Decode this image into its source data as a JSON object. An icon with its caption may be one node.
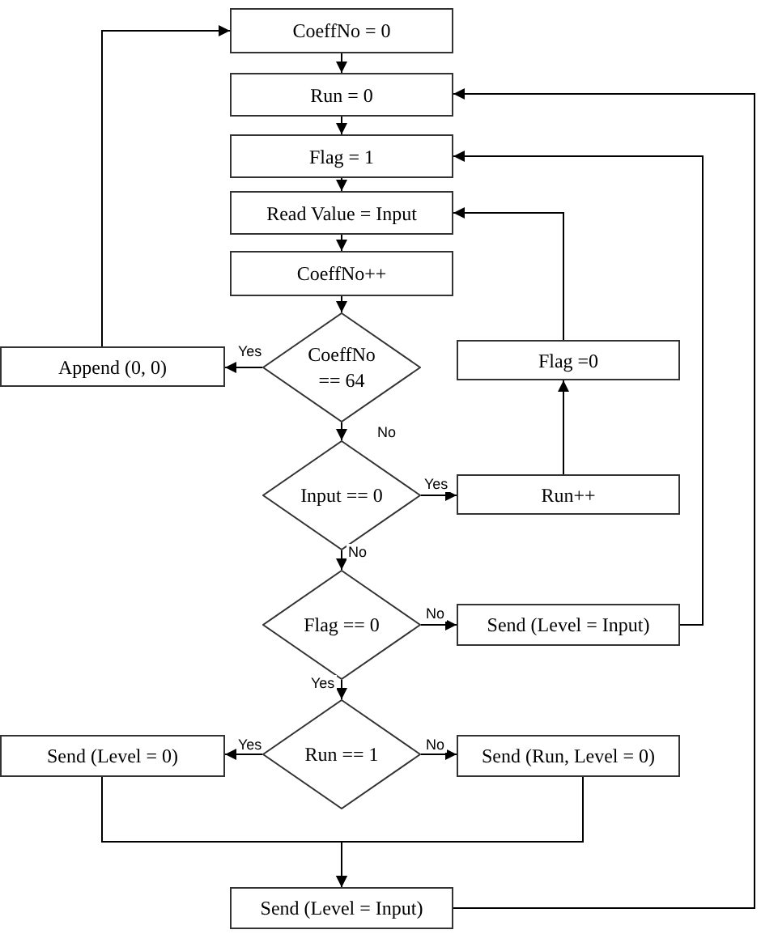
{
  "diagram": {
    "nodes": [
      {
        "text": [
          "CoeffNo = 0"
        ]
      },
      {
        "text": [
          "Run = 0"
        ]
      },
      {
        "text": [
          "Flag = 1"
        ]
      },
      {
        "text": [
          "Read Value = Input"
        ]
      },
      {
        "text": [
          "CoeffNo++"
        ]
      },
      {
        "text": [
          "CoeffNo == 64"
        ]
      },
      {
        "text": [
          "Append (0, 0)"
        ]
      },
      {
        "text": [
          "Flag =0"
        ]
      },
      {
        "text": [
          "Input == 0"
        ]
      },
      {
        "text": [
          "Run++"
        ]
      },
      {
        "text": [
          "Flag == 0"
        ]
      },
      {
        "text": [
          "Send (Level = Input)"
        ]
      },
      {
        "text": [
          "Run == 1"
        ]
      },
      {
        "text": [
          "Send (Level = 0)"
        ]
      },
      {
        "text": [
          "Send (Run, Level = 0)"
        ]
      },
      {
        "text": [
          "Send (Level = Input)"
        ]
      }
    ],
    "edges": [
      {
        "from": 0,
        "to": 1,
        "arrow": "to"
      },
      {
        "from": 1,
        "to": 2,
        "arrow": "to"
      },
      {
        "from": 2,
        "to": 3,
        "arrow": "to"
      },
      {
        "from": 3,
        "to": 4,
        "arrow": "to"
      },
      {
        "from": 4,
        "to": 5,
        "arrow": "to"
      },
      {
        "from": 5,
        "to": 6,
        "arrow": "to",
        "label": "Yes"
      },
      {
        "from": 6,
        "to": 0,
        "arrow": "to"
      },
      {
        "from": 5,
        "to": 8,
        "arrow": "to",
        "label": "No"
      },
      {
        "from": 8,
        "to": 9,
        "arrow": "to",
        "label": "Yes"
      },
      {
        "from": 9,
        "to": 7,
        "arrow": "to"
      },
      {
        "from": 7,
        "to": 3,
        "arrow": "to"
      },
      {
        "from": 8,
        "to": 10,
        "arrow": "to",
        "label": "No"
      },
      {
        "from": 10,
        "to": 11,
        "arrow": "to",
        "label": "No"
      },
      {
        "from": 11,
        "to": 2,
        "arrow": "to"
      },
      {
        "from": 10,
        "to": 12,
        "arrow": "to",
        "label": "Yes"
      },
      {
        "from": 12,
        "to": 13,
        "arrow": "to",
        "label": "Yes"
      },
      {
        "from": 12,
        "to": 14,
        "arrow": "to",
        "label": "No"
      },
      {
        "from": 13,
        "to": 15,
        "arrow": "to"
      },
      {
        "from": 14,
        "to": 15,
        "arrow": "to"
      },
      {
        "from": 15,
        "to": 1,
        "arrow": "to"
      }
    ]
  }
}
